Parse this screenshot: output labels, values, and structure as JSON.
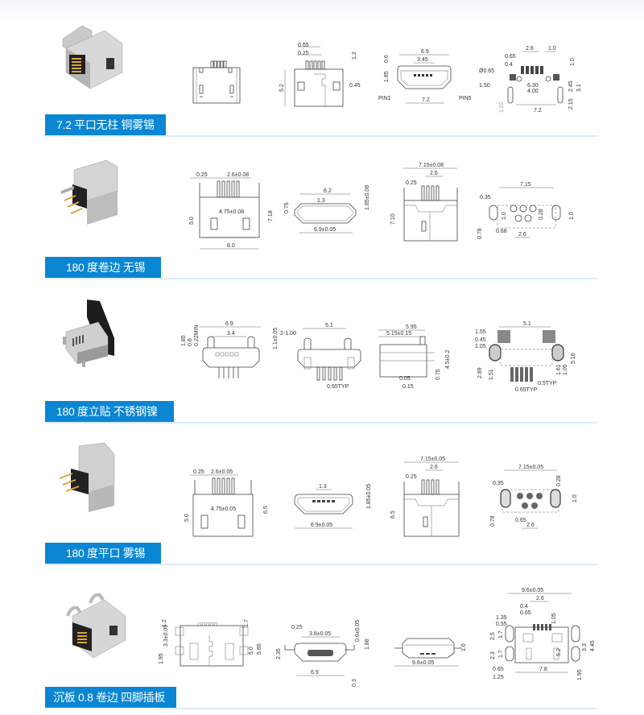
{
  "theme": {
    "tab_color": "#0a86d3",
    "divider_color": "#dcebf7",
    "text_color": "#ffffff"
  },
  "sections": [
    {
      "title": "7.2 平口无柱 铜雾锡",
      "photo": "micro-usb-connector-photo",
      "drawings": [
        {
          "view": "front-view",
          "labels": []
        },
        {
          "view": "side-view",
          "labels": [
            "0.65",
            "0.25",
            "1.2",
            "5.2",
            "0.45"
          ]
        },
        {
          "view": "port-view",
          "labels": [
            "6.9",
            "3.45",
            "0.6",
            "1.85",
            "PIN1",
            "PIN5",
            "7.2"
          ]
        },
        {
          "view": "pcb-footprint",
          "labels": [
            "2.6",
            "1.0",
            "0.65",
            "0.4",
            "Ø0.65",
            "1.0",
            "6.30",
            "4.00",
            "1.50",
            "2.45",
            "3.1",
            "2.15",
            "1.22",
            "7.2"
          ]
        }
      ]
    },
    {
      "title": "180 度卷边 无锡",
      "photo": "micro-usb-vertical-connector-photo",
      "drawings": [
        {
          "view": "front-view",
          "labels": [
            "0.25",
            "2.6±0.08",
            "5.0",
            "7.18",
            "4.75±0.08",
            "8.0"
          ]
        },
        {
          "view": "port-view",
          "labels": [
            "6.2",
            "1.3",
            "0.75",
            "1.85±0.08",
            "6.9±0.05"
          ]
        },
        {
          "view": "side-view",
          "labels": [
            "7.15±0.08",
            "2.6",
            "0.25",
            "7.10"
          ]
        },
        {
          "view": "pcb-footprint",
          "labels": [
            "7.15",
            "0.35",
            "1.0",
            "0.28",
            "0.78",
            "0.68",
            "2.6",
            "1.0"
          ]
        }
      ]
    },
    {
      "title": "180 度立贴 不锈钢镍",
      "photo": "micro-usb-vertical-smd-photo",
      "drawings": [
        {
          "view": "port-view",
          "labels": [
            "6.9",
            "3.4",
            "1.85",
            "0.6",
            "0.22MIN",
            "1.1±0.05"
          ]
        },
        {
          "view": "rear-view",
          "labels": [
            "5.1",
            "2-1.00",
            "0.65TYP"
          ]
        },
        {
          "view": "side-view",
          "labels": [
            "5.95",
            "5.15±0.15",
            "4.5±0.2",
            "0.75",
            "0.05",
            "0.15"
          ]
        },
        {
          "view": "pcb-footprint",
          "labels": [
            "5.1",
            "1.55",
            "0.45",
            "1.05",
            "2.89",
            "1.51",
            "1.61",
            "1.05",
            "5.16",
            "0.5TYP",
            "0.65TYP"
          ]
        }
      ]
    },
    {
      "title": "180 度平口 雾锡",
      "photo": "micro-usb-vertical-flat-photo",
      "drawings": [
        {
          "view": "front-view",
          "labels": [
            "0.25",
            "2.6±0.05",
            "5.0",
            "6.5",
            "4.75±0.05"
          ]
        },
        {
          "view": "port-view",
          "labels": [
            "1.3",
            "1.85±0.05",
            "6.9±0.05"
          ]
        },
        {
          "view": "side-view",
          "labels": [
            "7.15±0.05",
            "2.6",
            "0.25",
            "6.5"
          ]
        },
        {
          "view": "pcb-footprint",
          "labels": [
            "7.15±0.05",
            "0.35",
            "0.28",
            "0.78",
            "0.65",
            "2.6",
            "1.0"
          ]
        }
      ]
    },
    {
      "title": "沉板 0.8 卷边 四脚插板",
      "photo": "micro-usb-sink-board-photo",
      "drawings": [
        {
          "view": "front-view",
          "labels": [
            "1.2",
            "1.95",
            "3.3±0.05",
            "1.7",
            "5.0",
            "5.85"
          ]
        },
        {
          "view": "port-view",
          "labels": [
            "0.25",
            "3.8±0.05",
            "2.35",
            "0.6±0.05",
            "1.88",
            "6.9",
            "0.3"
          ]
        },
        {
          "view": "top-view",
          "labels": [
            "1.6",
            "9.6±0.05"
          ]
        },
        {
          "view": "pcb-footprint",
          "labels": [
            "9.6±0.05",
            "2.6",
            "0.4",
            "0.65",
            "1.35",
            "0.55",
            "1.05",
            "2.5",
            "1.7",
            "2.3",
            "1.7",
            "5.2",
            "3.3",
            "4.45",
            "0.65",
            "1.25",
            "7.8",
            "1.95"
          ]
        }
      ]
    }
  ]
}
